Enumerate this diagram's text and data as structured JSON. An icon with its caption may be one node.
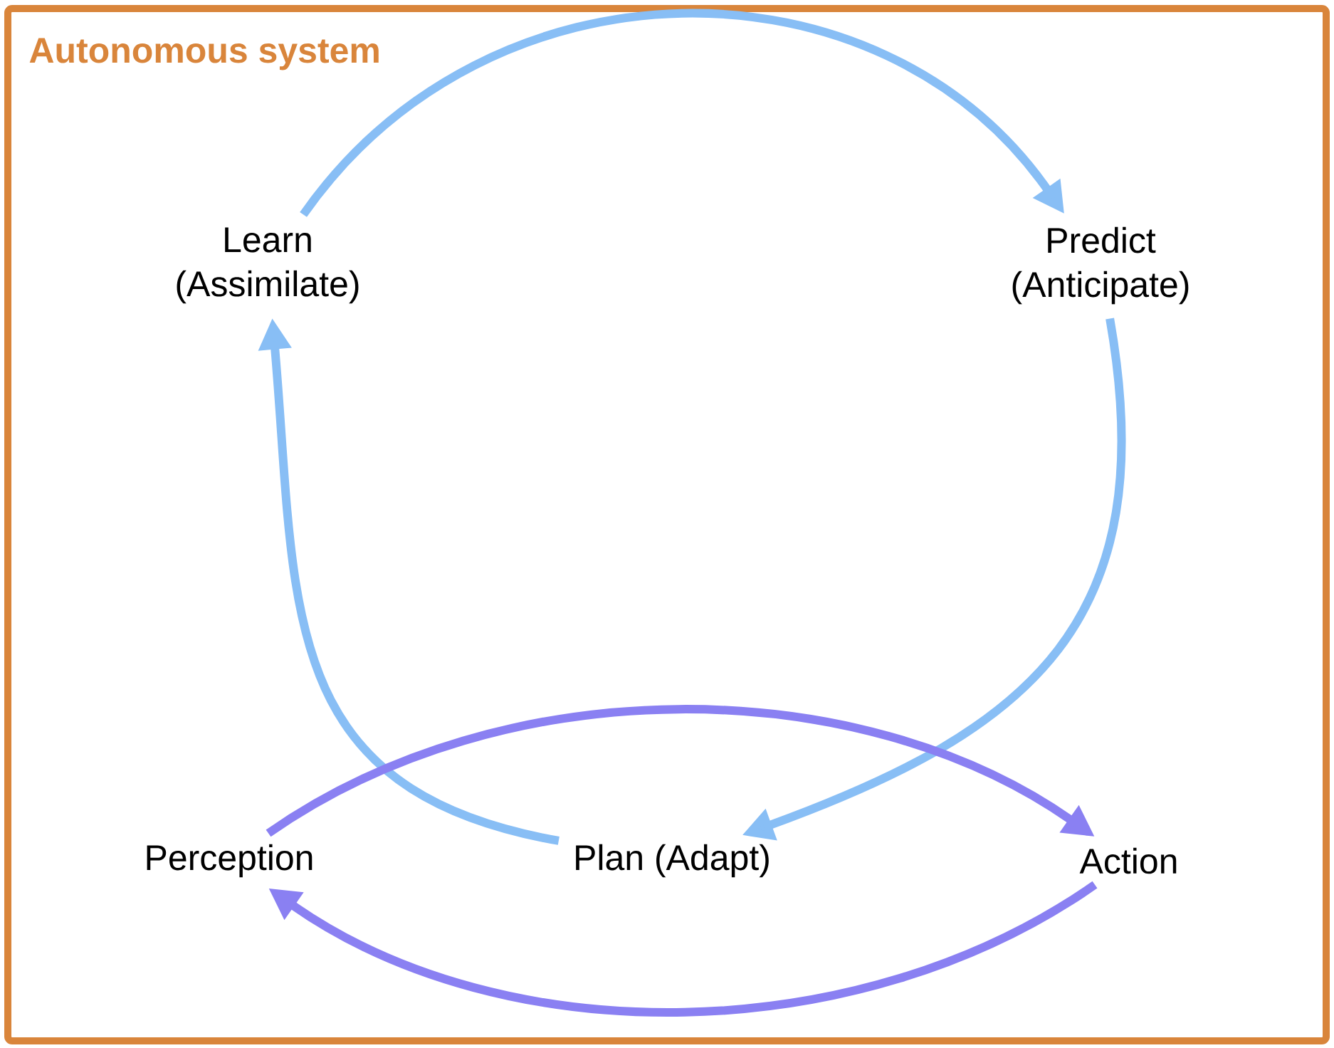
{
  "diagram": {
    "nodes": [
      {
        "text": [
          "Autonomous system"
        ]
      },
      {
        "text": [
          "Learn (Assimilate)"
        ],
        "in": 0
      },
      {
        "text": [
          "Predict (Anticipate)"
        ],
        "in": 0
      },
      {
        "text": [
          "Perception"
        ],
        "in": 0
      },
      {
        "text": [
          "Plan (Adapt)"
        ],
        "in": 0
      },
      {
        "text": [
          "Action"
        ],
        "in": 0
      }
    ],
    "edges": [
      {
        "from": 1,
        "to": 2,
        "arrow": "to"
      },
      {
        "from": 2,
        "to": 4,
        "arrow": "to"
      },
      {
        "from": 4,
        "to": 1,
        "arrow": "to"
      },
      {
        "from": 3,
        "to": 5,
        "arrow": "to",
        "color": "#8a80f2"
      },
      {
        "from": 5,
        "to": 3,
        "arrow": "to",
        "color": "#8a80f2"
      }
    ]
  }
}
